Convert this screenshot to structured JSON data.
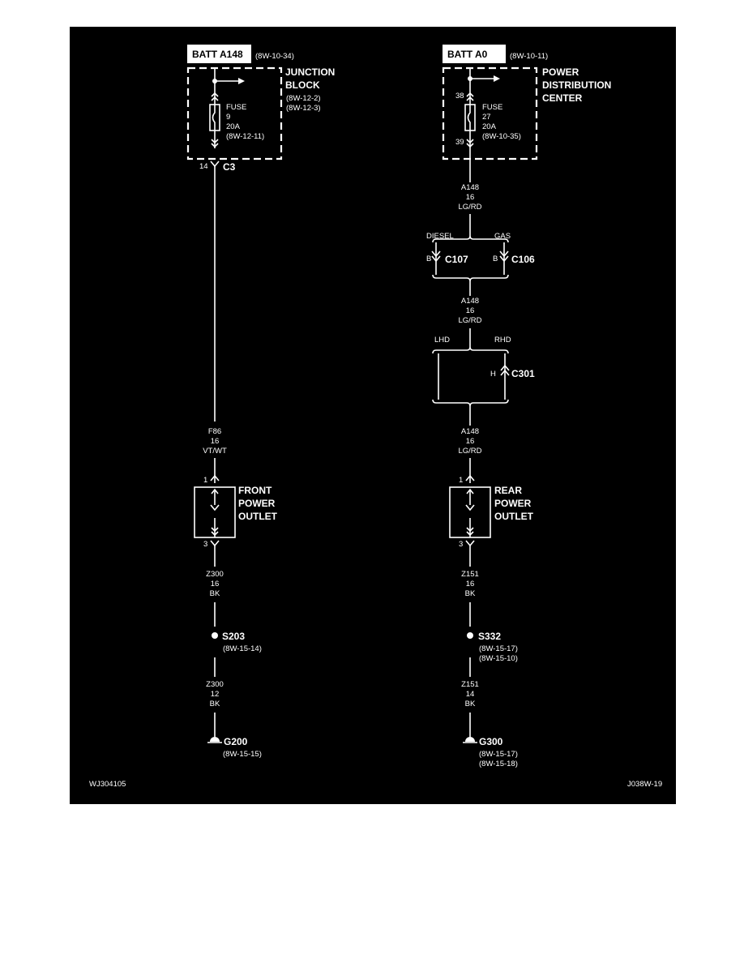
{
  "left": {
    "batt_label": "BATT A148",
    "batt_ref": "(8W-10-34)",
    "module_line1": "JUNCTION",
    "module_line2": "BLOCK",
    "module_ref1": "(8W-12-2)",
    "module_ref2": "(8W-12-3)",
    "fuse_label": "FUSE",
    "fuse_num": "9",
    "fuse_amp": "20A",
    "fuse_ref": "(8W-12-11)",
    "conn_pin": "14",
    "conn_name": "C3",
    "wire1_circuit": "F86",
    "wire1_gauge": "16",
    "wire1_color": "VT/WT",
    "outlet_pin_top": "1",
    "outlet_pin_bottom": "3",
    "outlet_line1": "FRONT",
    "outlet_line2": "POWER",
    "outlet_line3": "OUTLET",
    "wire2_circuit": "Z300",
    "wire2_gauge": "16",
    "wire2_color": "BK",
    "splice_name": "S203",
    "splice_ref": "(8W-15-14)",
    "wire3_circuit": "Z300",
    "wire3_gauge": "12",
    "wire3_color": "BK",
    "ground_name": "G200",
    "ground_ref": "(8W-15-15)"
  },
  "right": {
    "batt_label": "BATT A0",
    "batt_ref": "(8W-10-11)",
    "module_line1": "POWER",
    "module_line2": "DISTRIBUTION",
    "module_line3": "CENTER",
    "fuse_pin_top": "38",
    "fuse_pin_bottom": "39",
    "fuse_label": "FUSE",
    "fuse_num": "27",
    "fuse_amp": "20A",
    "fuse_ref": "(8W-10-35)",
    "wire1_circuit": "A148",
    "wire1_gauge": "16",
    "wire1_color": "LG/RD",
    "branch1_left": "DIESEL",
    "branch1_right": "GAS",
    "c107_pin": "B",
    "c107_name": "C107",
    "c106_pin": "B",
    "c106_name": "C106",
    "wire2_circuit": "A148",
    "wire2_gauge": "16",
    "wire2_color": "LG/RD",
    "branch2_left": "LHD",
    "branch2_right": "RHD",
    "c301_pin": "H",
    "c301_name": "C301",
    "wire3_circuit": "A148",
    "wire3_gauge": "16",
    "wire3_color": "LG/RD",
    "outlet_pin_top": "1",
    "outlet_pin_bottom": "3",
    "outlet_line1": "REAR",
    "outlet_line2": "POWER",
    "outlet_line3": "OUTLET",
    "wire4_circuit": "Z151",
    "wire4_gauge": "16",
    "wire4_color": "BK",
    "splice_name": "S332",
    "splice_ref1": "(8W-15-17)",
    "splice_ref2": "(8W-15-10)",
    "wire5_circuit": "Z151",
    "wire5_gauge": "14",
    "wire5_color": "BK",
    "ground_name": "G300",
    "ground_ref1": "(8W-15-17)",
    "ground_ref2": "(8W-15-18)"
  },
  "footer": {
    "left_code": "WJ304105",
    "right_code": "J038W-19"
  }
}
